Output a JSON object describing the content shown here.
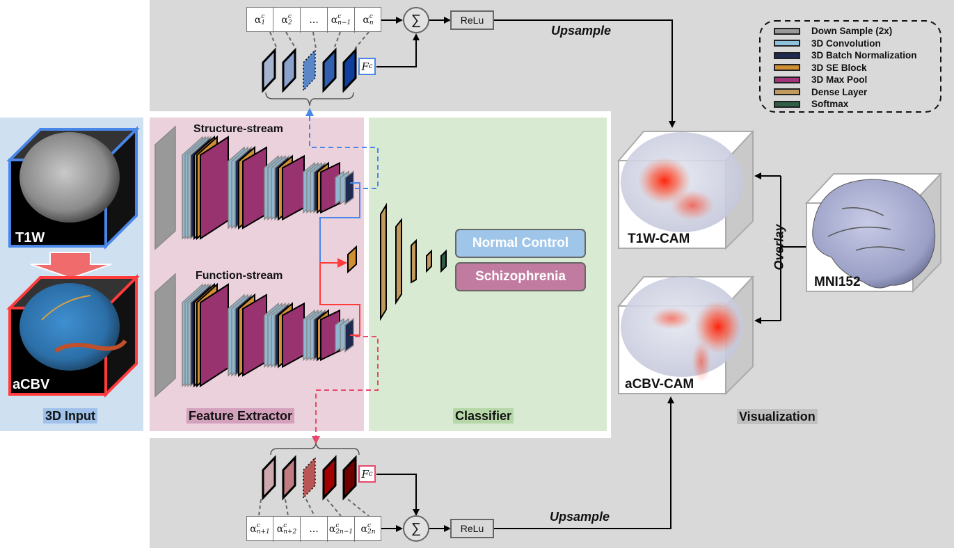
{
  "colors": {
    "background_gray": "#d9d9d9",
    "input_panel": "#cfe0f1",
    "feature_panel": "#ead1dc",
    "classifier_panel": "#d9ead3",
    "structure_blue": "#4a86e8",
    "function_red": "#ff3b3b",
    "downsample": "#999999",
    "conv": "#8fb8d0",
    "batchnorm": "#1e2a4f",
    "se_block": "#d08f33",
    "maxpool": "#993370",
    "dense": "#c19a60",
    "softmax": "#2f5d46",
    "normal_control": "#9fc5e8",
    "schizophrenia": "#c27ba0"
  },
  "input_panel": {
    "title": "3D Input",
    "t1w_label": "T1W",
    "acbv_label": "aCBV"
  },
  "feature_extractor": {
    "title": "Feature Extractor",
    "structure_stream_label": "Structure-stream",
    "function_stream_label": "Function-stream"
  },
  "classifier": {
    "title": "Classifier",
    "outputs": [
      "Normal Control",
      "Schizophrenia"
    ]
  },
  "top_cam": {
    "weights": [
      {
        "base": "α",
        "sup": "c",
        "sub": "1"
      },
      {
        "base": "α",
        "sup": "c",
        "sub": "2"
      },
      {
        "base": "...",
        "sup": "",
        "sub": ""
      },
      {
        "base": "α",
        "sup": "c",
        "sub": "n−1"
      },
      {
        "base": "α",
        "sup": "c",
        "sub": "n"
      }
    ],
    "feature_label": "F",
    "feature_sup": "c",
    "sum_symbol": "∑",
    "activation": "ReLu",
    "upsample_label": "Upsample"
  },
  "bottom_cam": {
    "weights": [
      {
        "base": "α",
        "sup": "c",
        "sub": "n+1"
      },
      {
        "base": "α",
        "sup": "c",
        "sub": "n+2"
      },
      {
        "base": "...",
        "sup": "",
        "sub": ""
      },
      {
        "base": "α",
        "sup": "c",
        "sub": "2n−1"
      },
      {
        "base": "α",
        "sup": "c",
        "sub": "2n"
      }
    ],
    "feature_label": "F",
    "feature_sup": "c",
    "sum_symbol": "∑",
    "activation": "ReLu",
    "upsample_label": "Upsample"
  },
  "legend": {
    "items": [
      {
        "label": "Down Sample (2x)",
        "color": "#999999"
      },
      {
        "label": "3D Convolution",
        "color": "#8fc1dc"
      },
      {
        "label": "3D Batch Normalization",
        "color": "#1e2a4f"
      },
      {
        "label": "3D SE Block",
        "color": "#d08f33"
      },
      {
        "label": "3D Max Pool",
        "color": "#a0357a"
      },
      {
        "label": "Dense Layer",
        "color": "#c19a60"
      },
      {
        "label": "Softmax",
        "color": "#2f5d46"
      }
    ]
  },
  "visualization": {
    "title": "Visualization",
    "t1w_cam_label": "T1W-CAM",
    "acbv_cam_label": "aCBV-CAM",
    "template_label": "MNI152",
    "overlay_label": "Overlay"
  }
}
